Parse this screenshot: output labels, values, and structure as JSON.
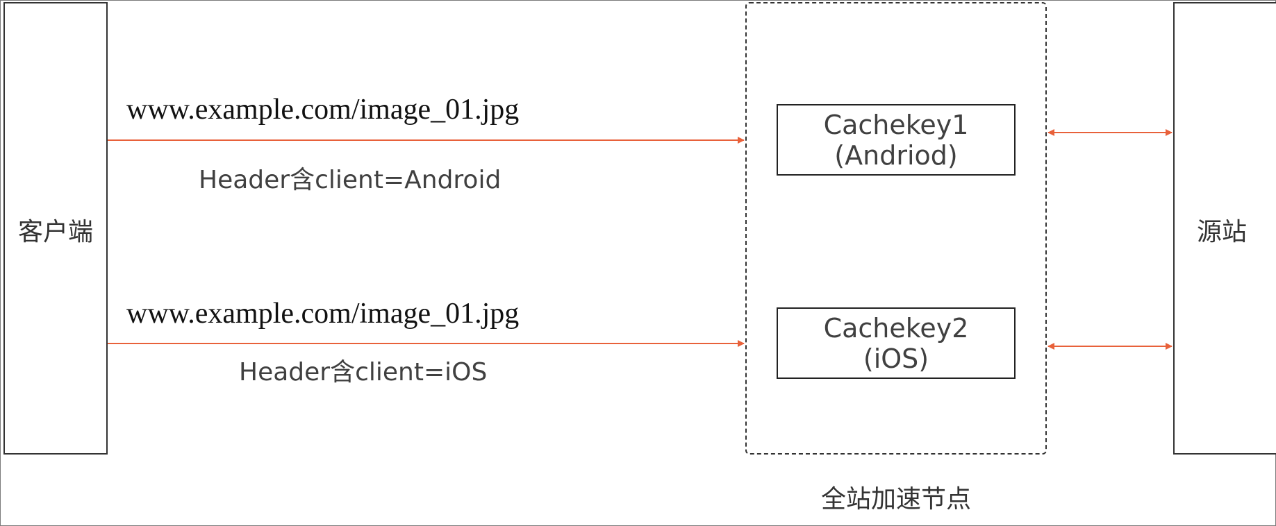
{
  "client": {
    "label": "客户端"
  },
  "origin": {
    "label": "源站"
  },
  "dcdn": {
    "label": "全站加速节点"
  },
  "requests": [
    {
      "url": "www.example.com/image_01.jpg",
      "header": "Header含client=Android"
    },
    {
      "url": "www.example.com/image_01.jpg",
      "header": "Header含client=iOS"
    }
  ],
  "cachekeys": [
    {
      "name": "Cachekey1",
      "variant": "(Andriod)"
    },
    {
      "name": "Cachekey2",
      "variant": "(iOS)"
    }
  ],
  "colors": {
    "arrow": "#e8613a",
    "border": "#333333",
    "text": "#404040"
  }
}
